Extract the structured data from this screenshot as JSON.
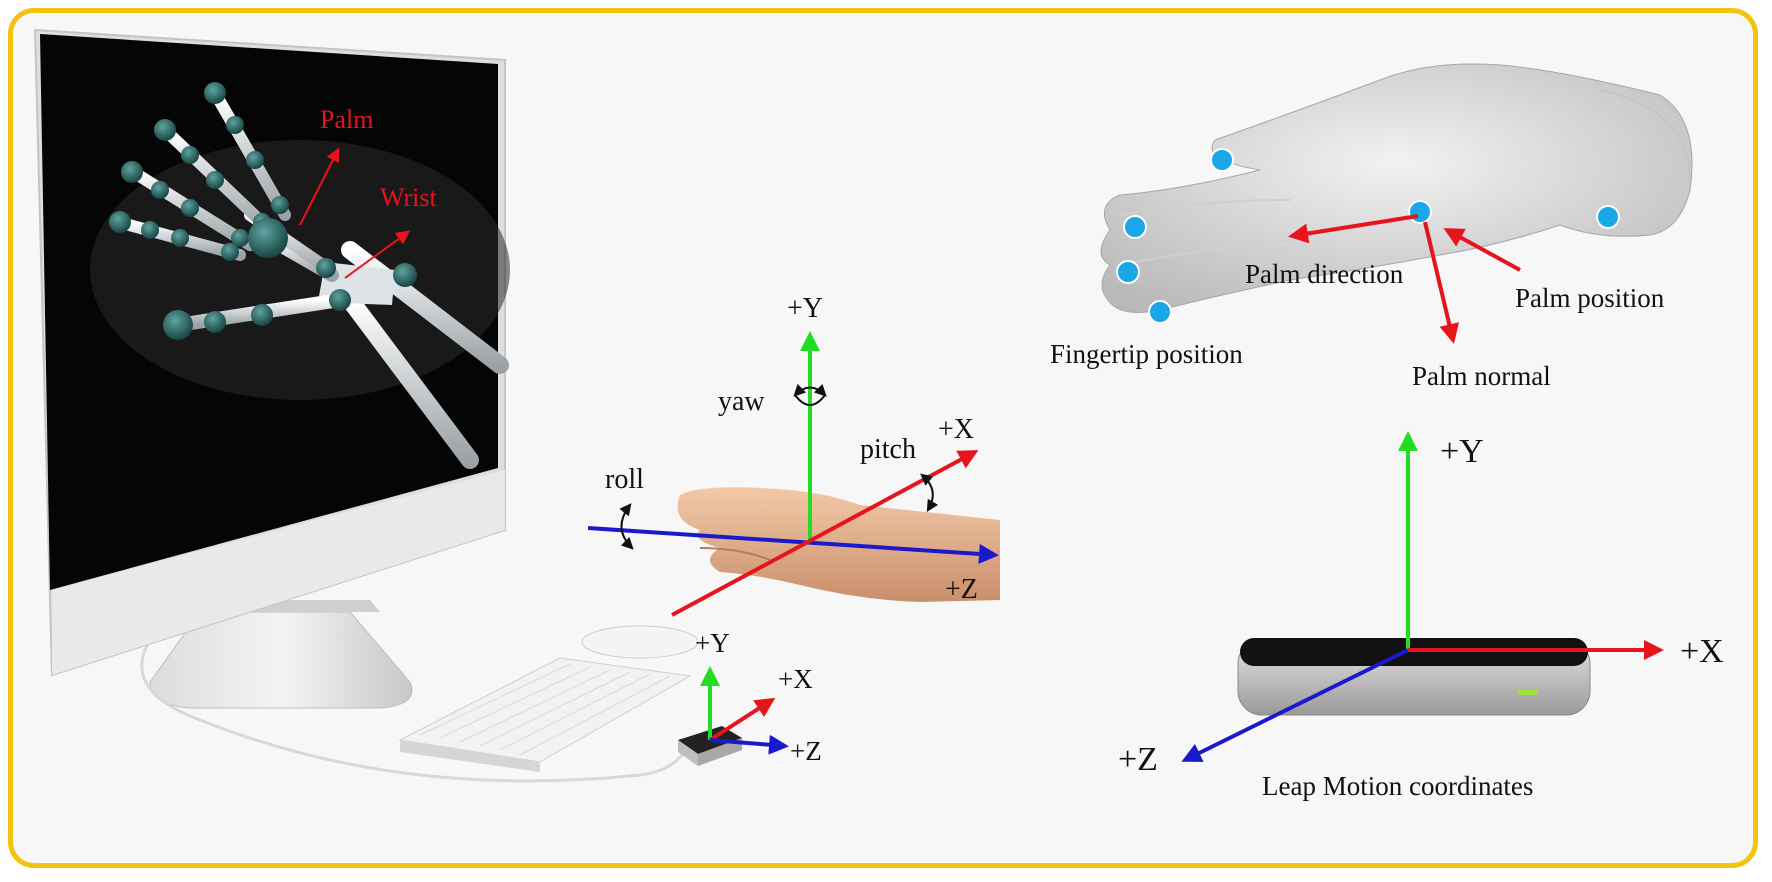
{
  "colors": {
    "frame_border": "#f1c40f",
    "axis_x": "#e8141c",
    "axis_y": "#22dd22",
    "axis_z": "#1a1acc",
    "fingertip_marker": "#1aa8e8",
    "monitor_label": "#e8141c"
  },
  "monitor": {
    "palm_label": "Palm",
    "wrist_label": "Wrist"
  },
  "hand_axes": {
    "y_label": "+Y",
    "x_label": "+X",
    "z_label": "+Z",
    "yaw_label": "yaw",
    "pitch_label": "pitch",
    "roll_label": "roll"
  },
  "device_axes": {
    "y_label": "+Y",
    "x_label": "+X",
    "z_label": "+Z"
  },
  "hand_model": {
    "palm_direction_label": "Palm direction",
    "palm_position_label": "Palm position",
    "fingertip_position_label": "Fingertip position",
    "palm_normal_label": "Palm normal"
  },
  "leap_coords": {
    "y_label": "+Y",
    "x_label": "+X",
    "z_label": "+Z",
    "caption": "Leap Motion coordinates"
  },
  "icons": [
    "rotation-arrow-icon",
    "leap-motion-device-icon",
    "keyboard-icon",
    "mouse-icon",
    "monitor-icon"
  ]
}
